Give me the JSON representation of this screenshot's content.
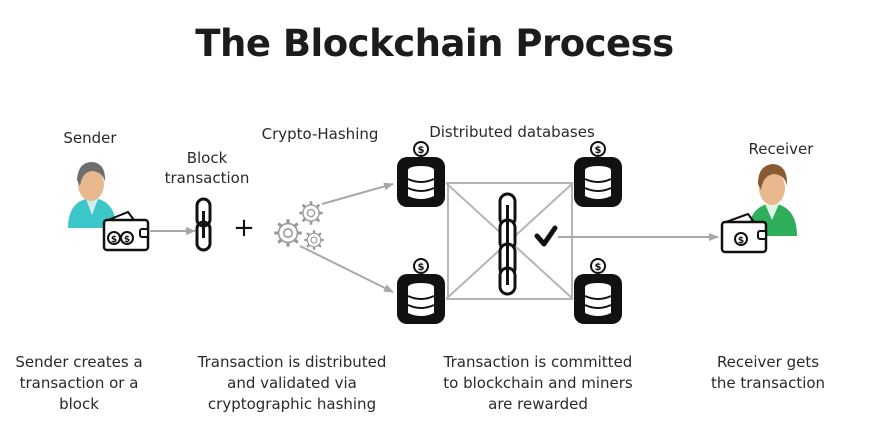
{
  "title": "The Blockchain Process",
  "stage_labels": {
    "sender": "Sender",
    "block_transaction_line1": "Block",
    "block_transaction_line2": "transaction",
    "crypto_hashing": "Crypto-Hashing",
    "distributed_databases": "Distributed databases",
    "receiver": "Receiver"
  },
  "operator_plus": "+",
  "captions": [
    {
      "lines": [
        "Sender creates a",
        "transaction or a",
        "block"
      ]
    },
    {
      "lines": [
        "Transaction is distributed",
        "and validated via",
        "cryptographic hashing"
      ]
    },
    {
      "lines": [
        "Transaction is committed",
        "to blockchain and miners",
        "are rewarded"
      ]
    },
    {
      "lines": [
        "Receiver gets",
        "the transaction"
      ]
    }
  ],
  "icons": {
    "sender_avatar": "person-teal-icon",
    "sender_wallet": "wallet-two-coins-icon",
    "block": "chain-link-icon",
    "hashing": "gears-icon",
    "database": "database-coin-icon",
    "blockchain": "chain-icon",
    "validated": "checkmark-icon",
    "receiver_avatar": "person-green-icon",
    "receiver_wallet": "wallet-coin-icon"
  },
  "colors": {
    "title": "#1c1c1c",
    "text": "#2a2a2a",
    "arrow": "#a8a8a8",
    "icon_dark": "#111111",
    "sender_shirt": "#3cc6c9",
    "receiver_shirt": "#2fae5c",
    "skin": "#e8b98f",
    "sender_hair": "#6e6e6e",
    "receiver_hair": "#8a5a32"
  }
}
